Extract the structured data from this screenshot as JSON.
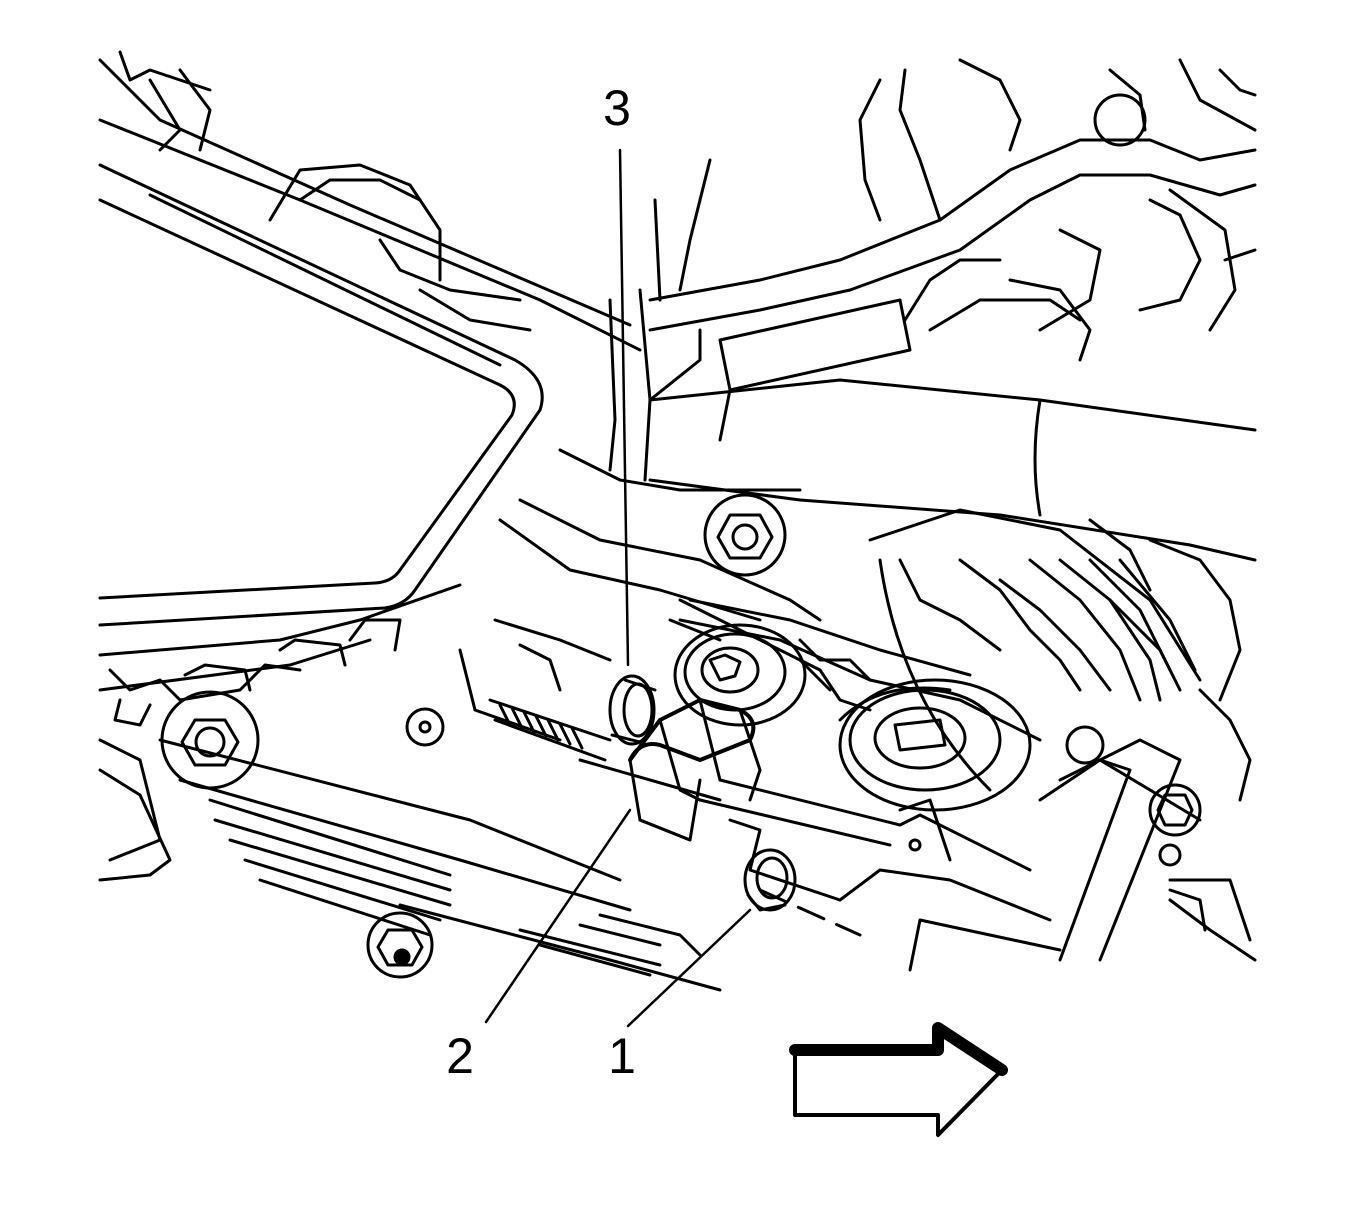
{
  "colors": {
    "ink": "#000000",
    "paper": "#ffffff"
  },
  "callouts": [
    {
      "id": "1",
      "label": "1",
      "part": "nut"
    },
    {
      "id": "2",
      "label": "2",
      "part": "spacer"
    },
    {
      "id": "3",
      "label": "3",
      "part": "ring"
    }
  ],
  "view_arrow": {
    "icon": "direction-arrow-icon"
  }
}
